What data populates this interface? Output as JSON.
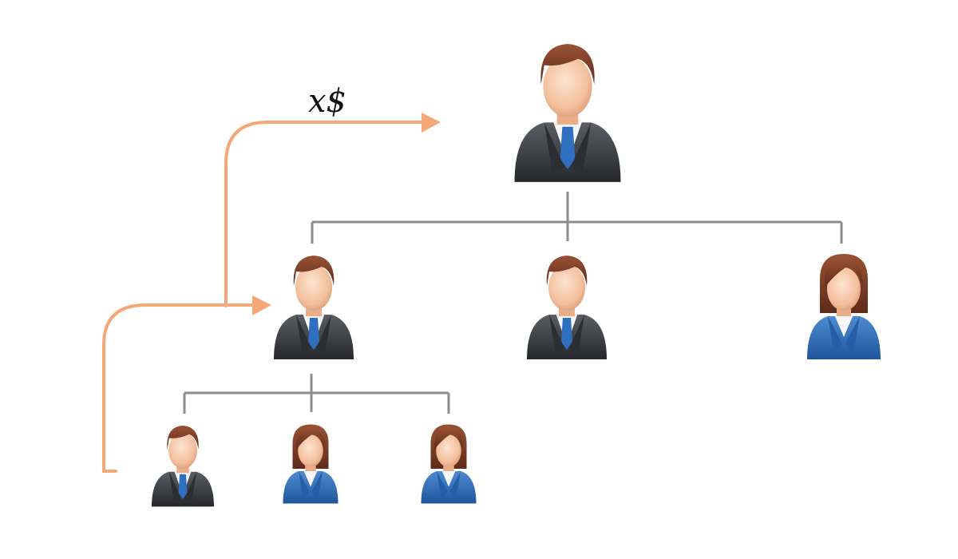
{
  "diagram": {
    "type": "organization-hierarchy",
    "flow_label": "x$",
    "colors": {
      "arrow": "#f4a878",
      "connector": "#8c8c8c",
      "suit_man": "#3b3e44",
      "suit_woman": "#2f6db5",
      "tie": "#2f6fc0",
      "hair": "#7a3b22",
      "skin": "#f5c6a5"
    },
    "people": [
      {
        "id": "top",
        "gender": "man",
        "level": 1
      },
      {
        "id": "l2-a",
        "gender": "man",
        "level": 2
      },
      {
        "id": "l2-b",
        "gender": "man",
        "level": 2
      },
      {
        "id": "l2-c",
        "gender": "woman",
        "level": 2
      },
      {
        "id": "l3-a",
        "gender": "man",
        "level": 3
      },
      {
        "id": "l3-b",
        "gender": "woman",
        "level": 3
      },
      {
        "id": "l3-c",
        "gender": "woman",
        "level": 3
      }
    ]
  }
}
